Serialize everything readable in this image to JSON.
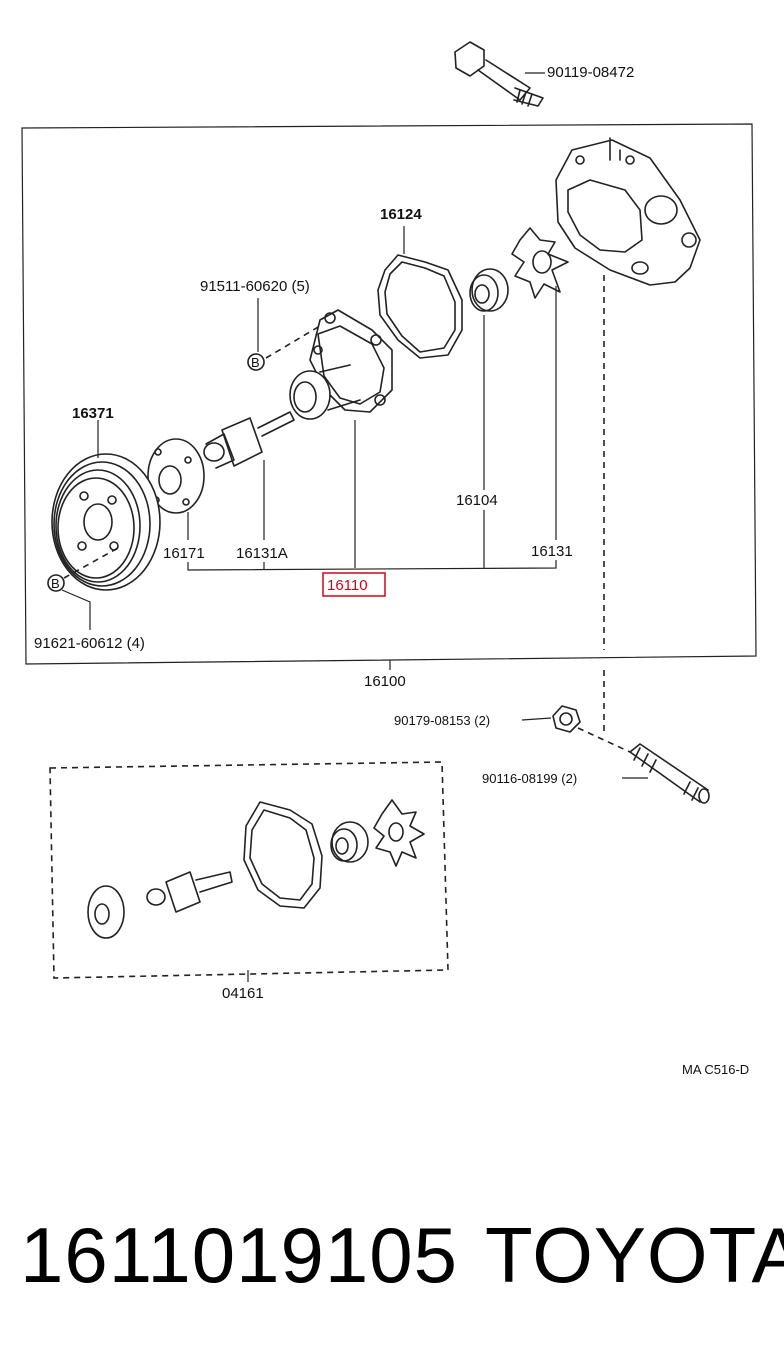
{
  "labels": {
    "bolt_top": "90119-08472",
    "gasket": "16124",
    "bolt_b": "91511-60620 (5)",
    "pulley": "16371",
    "flange": "16171",
    "shaft": "16131A",
    "seal": "16104",
    "impeller": "16131",
    "pump_body": "16110",
    "pulley_bolt": "91621-60612 (4)",
    "assembly": "16100",
    "nut": "90179-08153 (2)",
    "stud": "90116-08199 (2)",
    "kit": "04161",
    "bolt_marker_b": "B",
    "diagram_code": "MA C516-D"
  },
  "footer": {
    "part_number": "1611019105",
    "brand": "TOYOTA"
  },
  "colors": {
    "highlight": "#d0021b",
    "line": "#222222"
  }
}
